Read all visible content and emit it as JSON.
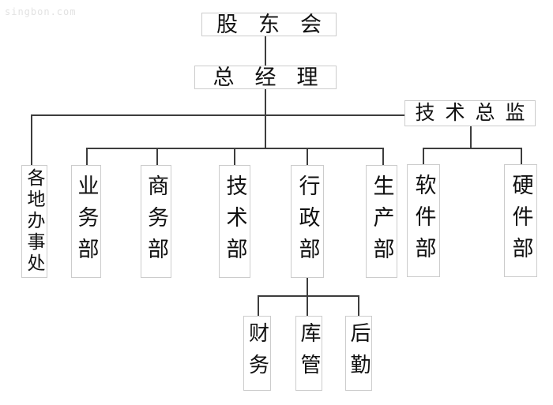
{
  "watermark": "singbon.com",
  "org_chart": {
    "nodes": {
      "shareholders": "股东会",
      "general_manager": "总经理",
      "tech_director": "技术总监",
      "regional_offices": "各地办事处",
      "business_dept": "业务部",
      "commerce_dept": "商务部",
      "tech_dept": "技术部",
      "admin_dept": "行政部",
      "production_dept": "生产部",
      "software_dept": "软件部",
      "hardware_dept": "硬件部",
      "finance": "财务",
      "warehouse_mgmt": "库管",
      "logistics": "后勤"
    },
    "edges": [
      [
        "股东会",
        "总经理"
      ],
      [
        "总经理",
        "各地办事处"
      ],
      [
        "总经理",
        "技术总监"
      ],
      [
        "总经理",
        "业务部"
      ],
      [
        "总经理",
        "商务部"
      ],
      [
        "总经理",
        "技术部"
      ],
      [
        "总经理",
        "行政部"
      ],
      [
        "总经理",
        "生产部"
      ],
      [
        "技术总监",
        "软件部"
      ],
      [
        "技术总监",
        "硬件部"
      ],
      [
        "行政部",
        "财务"
      ],
      [
        "行政部",
        "库管"
      ],
      [
        "行政部",
        "后勤"
      ]
    ],
    "colors": {
      "line": "#3d3d3d",
      "box_border": "#cccccc",
      "text": "#111111",
      "watermark": "#e2e2e2",
      "background": "#ffffff"
    }
  }
}
